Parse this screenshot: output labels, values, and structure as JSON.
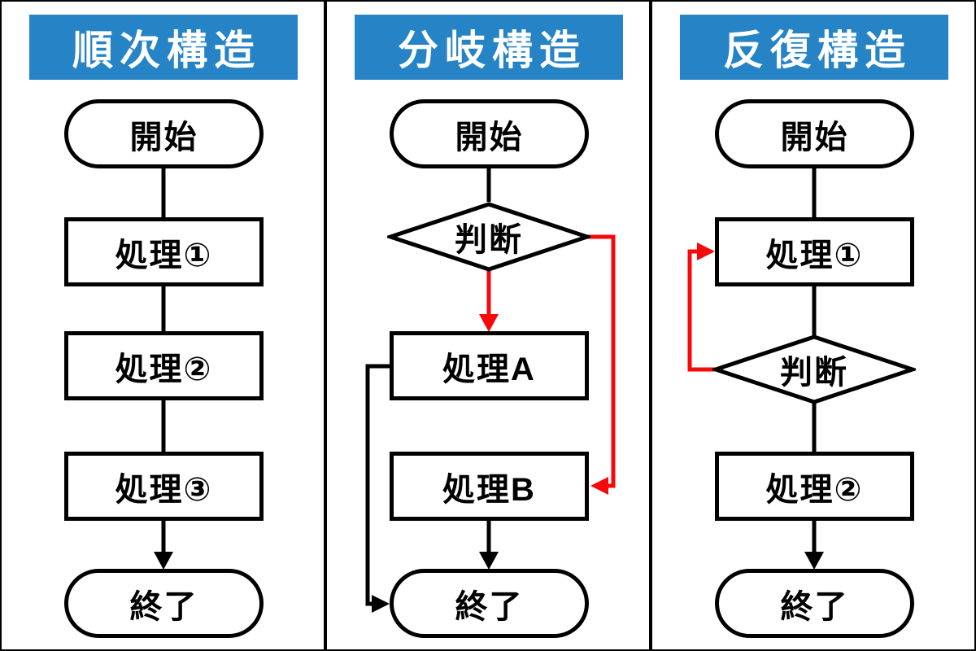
{
  "colors": {
    "background": "#ffffff",
    "frame_border": "#000000",
    "header_bg": "#2583c6",
    "header_text": "#ffffff",
    "node_border": "#000000",
    "node_text": "#000000",
    "flow_line": "#000000",
    "highlight_line": "#f6090b"
  },
  "panels": [
    {
      "title": "順次構造",
      "nodes": {
        "start": "開始",
        "p1": "処理①",
        "p2": "処理②",
        "p3": "処理③",
        "end": "終了"
      },
      "edges": [
        {
          "from": "開始",
          "to": "処理①",
          "color": "black",
          "arrowhead": false
        },
        {
          "from": "処理①",
          "to": "処理②",
          "color": "black",
          "arrowhead": false
        },
        {
          "from": "処理②",
          "to": "処理③",
          "color": "black",
          "arrowhead": false
        },
        {
          "from": "処理③",
          "to": "終了",
          "color": "black",
          "arrowhead": true
        }
      ]
    },
    {
      "title": "分岐構造",
      "nodes": {
        "start": "開始",
        "decision": "判断",
        "pa": "処理A",
        "pb": "処理B",
        "end": "終了"
      },
      "edges": [
        {
          "from": "開始",
          "to": "判断",
          "color": "black",
          "arrowhead": false
        },
        {
          "from": "判断",
          "to": "処理A",
          "color": "red",
          "arrowhead": true,
          "route": "bottom vertex straight down"
        },
        {
          "from": "判断",
          "to": "処理B",
          "color": "red",
          "arrowhead": true,
          "route": "right vertex, down, into right side"
        },
        {
          "from": "処理A",
          "to": "終了",
          "color": "black",
          "arrowhead": true,
          "route": "left side, down, into left side"
        },
        {
          "from": "処理B",
          "to": "終了",
          "color": "black",
          "arrowhead": true
        }
      ]
    },
    {
      "title": "反復構造",
      "nodes": {
        "start": "開始",
        "p1": "処理①",
        "decision": "判断",
        "p2": "処理②",
        "end": "終了"
      },
      "edges": [
        {
          "from": "開始",
          "to": "処理①",
          "color": "black",
          "arrowhead": false
        },
        {
          "from": "処理①",
          "to": "判断",
          "color": "black",
          "arrowhead": false
        },
        {
          "from": "判断",
          "to": "処理①",
          "color": "red",
          "arrowhead": true,
          "route": "left vertex, up, into left side (loop back)"
        },
        {
          "from": "判断",
          "to": "処理②",
          "color": "black",
          "arrowhead": false
        },
        {
          "from": "処理②",
          "to": "終了",
          "color": "black",
          "arrowhead": true
        }
      ]
    }
  ]
}
